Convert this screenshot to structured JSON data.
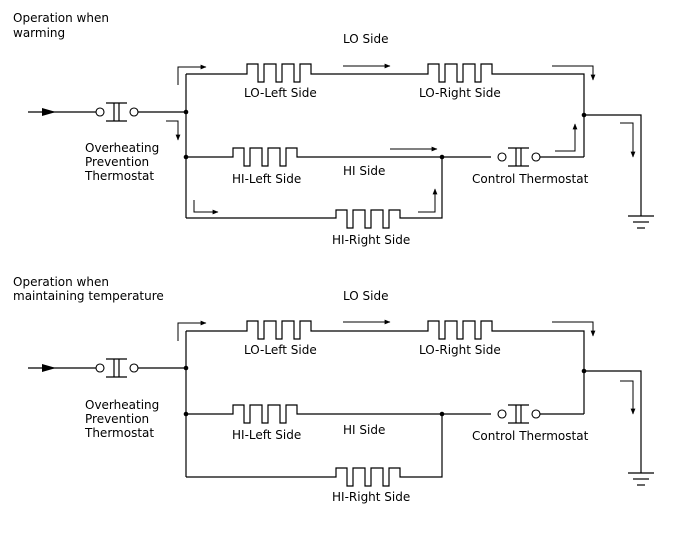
{
  "panels": [
    {
      "title_line1": "Operation when",
      "title_line2": "warming",
      "lo_side": "LO Side",
      "lo_left": "LO-Left Side",
      "lo_right": "LO-Right Side",
      "hi_side": "HI Side",
      "hi_left": "HI-Left Side",
      "hi_right": "HI-Right Side",
      "overheat_line1": "Overheating",
      "overheat_line2": "Prevention",
      "overheat_line3": "Thermostat",
      "control": "Control Thermostat"
    },
    {
      "title_line1": "Operation when",
      "title_line2": "maintaining temperature",
      "lo_side": "LO Side",
      "lo_left": "LO-Left Side",
      "lo_right": "LO-Right Side",
      "hi_side": "HI Side",
      "hi_left": "HI-Left Side",
      "hi_right": "HI-Right Side",
      "overheat_line1": "Overheating",
      "overheat_line2": "Prevention",
      "overheat_line3": "Thermostat",
      "control": "Control Thermostat"
    }
  ]
}
